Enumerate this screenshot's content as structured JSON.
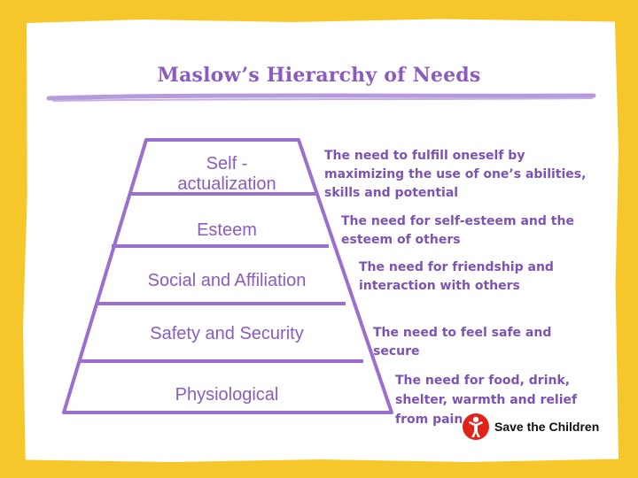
{
  "title": "Maslow’s Hierarchy of Needs",
  "levels": [
    {
      "label": "Self - actualization",
      "description": "The need to fulfill oneself by maximizing the use of one’s abilities, skills and potential"
    },
    {
      "label": "Esteem",
      "description": "The need for self-esteem and the esteem of others"
    },
    {
      "label": "Social and Affiliation",
      "description": "The need for friendship and interaction with others"
    },
    {
      "label": "Safety and Security",
      "description": "The need to feel safe and secure"
    },
    {
      "label": "Physiological",
      "description": "The need for food, drink, shelter, warmth and relief from pain"
    }
  ],
  "logo": {
    "text": "Save the Children",
    "icon": "save-the-children-figure-icon",
    "color": "#e2231a"
  },
  "colors": {
    "background": "#F6C72A",
    "accent": "#9b6fd0"
  }
}
